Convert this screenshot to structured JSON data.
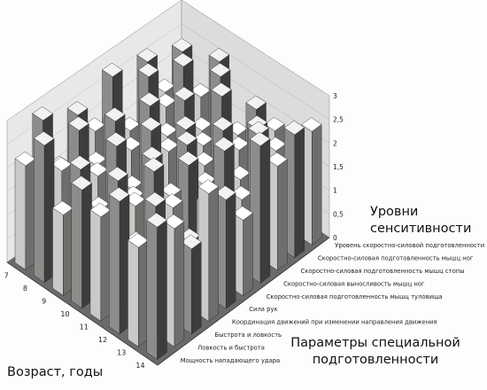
{
  "chart_data": {
    "type": "bar3d",
    "zlabel": "Уровни сенситивности",
    "ylabel": "Параметры специальной подготовленности",
    "xlabel": "Возраст, годы",
    "zlim": [
      0,
      3
    ],
    "z_ticks": [
      "0",
      "0,5",
      "1",
      "1,5",
      "2",
      "2,5",
      "3"
    ],
    "ages": [
      "7",
      "8",
      "9",
      "10",
      "11",
      "12",
      "13",
      "14"
    ],
    "parameters": [
      "Уровень скоростно-силовой подготовленности",
      "Скоростно-силовая подготовленность мышц ног",
      "Скоростно-силовая подготовленность мышц стопы",
      "Скоростно-силовая выносливость мышц ног",
      "Скоростно-силовая подготовленность мышц туловища",
      "Сила рук",
      "Координация движений при изменении направления движения",
      "Быстрота и ловкость",
      "Ловкость и быстрота",
      "Мощность нападающего удара"
    ],
    "values": [
      [
        2.3,
        1.6,
        2.6,
        1.3,
        2.1,
        1.9,
        1.1,
        2.4
      ],
      [
        1.7,
        2.5,
        1.4,
        2.8,
        1.5,
        2.2,
        2.0,
        2.6
      ],
      [
        2.6,
        1.9,
        2.3,
        1.6,
        2.9,
        1.4,
        2.6,
        2.2
      ],
      [
        1.4,
        2.8,
        1.8,
        2.2,
        1.7,
        2.7,
        1.5,
        2.9
      ],
      [
        2.8,
        1.5,
        2.7,
        2.0,
        2.4,
        1.8,
        2.8,
        1.6
      ],
      [
        1.9,
        2.3,
        1.2,
        2.7,
        1.3,
        2.5,
        1.9,
        2.3
      ],
      [
        2.5,
        1.7,
        2.9,
        1.5,
        2.6,
        2.1,
        1.4,
        2.7
      ],
      [
        1.6,
        2.7,
        2.0,
        2.9,
        1.9,
        2.9,
        2.4,
        1.8
      ],
      [
        2.9,
        2.1,
        2.4,
        1.8,
        2.7,
        1.6,
        2.7,
        2.5
      ],
      [
        2.2,
        2.9,
        1.7,
        2.5,
        2.2,
        2.8,
        2.1,
        2.8
      ]
    ]
  }
}
